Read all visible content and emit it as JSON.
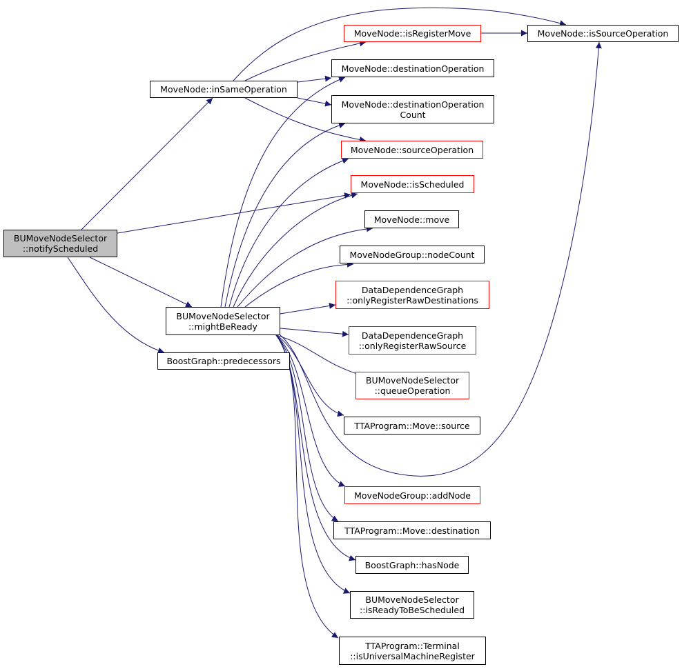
{
  "graph": {
    "edge_color": "#191970",
    "nodes": {
      "root": {
        "line1": "BUMoveNodeSelector",
        "line2": "::notifyScheduled"
      },
      "in_same_operation": {
        "label": "MoveNode::inSameOperation"
      },
      "might_be_ready": {
        "line1": "BUMoveNodeSelector",
        "line2": "::mightBeReady"
      },
      "predecessors": {
        "label": "BoostGraph::predecessors"
      },
      "is_register_move": {
        "label": "MoveNode::isRegisterMove"
      },
      "is_source_operation": {
        "label": "MoveNode::isSourceOperation"
      },
      "destination_operation": {
        "label": "MoveNode::destinationOperation"
      },
      "destination_operation_count": {
        "line1": "MoveNode::destinationOperation",
        "line2": "Count"
      },
      "source_operation": {
        "label": "MoveNode::sourceOperation"
      },
      "is_scheduled": {
        "label": "MoveNode::isScheduled"
      },
      "move": {
        "label": "MoveNode::move"
      },
      "node_count": {
        "label": "MoveNodeGroup::nodeCount"
      },
      "only_register_raw_destinations": {
        "line1": "DataDependenceGraph",
        "line2": "::onlyRegisterRawDestinations"
      },
      "only_register_raw_source": {
        "line1": "DataDependenceGraph",
        "line2": "::onlyRegisterRawSource"
      },
      "queue_operation": {
        "line1": "BUMoveNodeSelector",
        "line2": "::queueOperation"
      },
      "move_source": {
        "label": "TTAProgram::Move::source"
      },
      "add_node": {
        "label": "MoveNodeGroup::addNode"
      },
      "move_destination": {
        "label": "TTAProgram::Move::destination"
      },
      "has_node": {
        "label": "BoostGraph::hasNode"
      },
      "is_ready_to_be_scheduled": {
        "line1": "BUMoveNodeSelector",
        "line2": "::isReadyToBeScheduled"
      },
      "is_universal_machine_register": {
        "line1": "TTAProgram::Terminal",
        "line2": "::isUniversalMachineRegister"
      }
    }
  }
}
